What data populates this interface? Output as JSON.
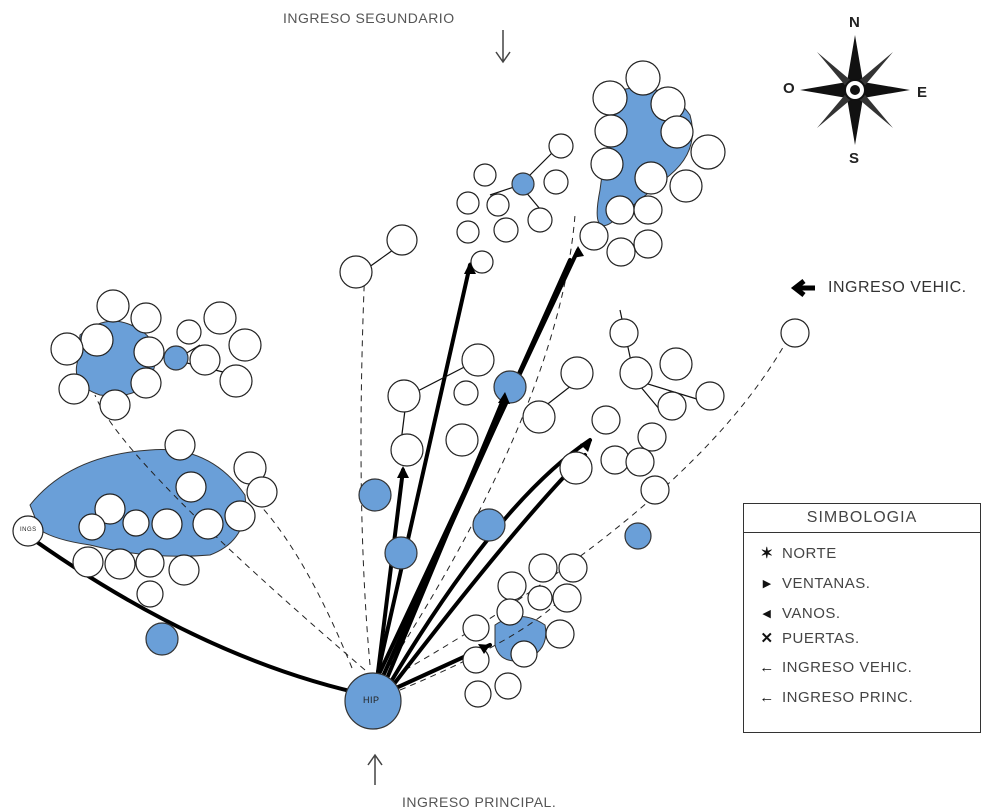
{
  "labels": {
    "secondary_entrance": "INGRESO SEGUNDARIO",
    "main_entrance": "INGRESO PRINCIPAL.",
    "vehicle_entrance": "INGRESO VEHIC.",
    "hub": "HIP",
    "door_left": "INGS"
  },
  "compass": {
    "north": "N",
    "south": "S",
    "east": "E",
    "west": "O"
  },
  "legend": {
    "title": "SIMBOLOGIA",
    "items": [
      {
        "symbol": "✶",
        "label": "NORTE"
      },
      {
        "symbol": "▸",
        "label": "VENTANAS."
      },
      {
        "symbol": "◂",
        "label": "VANOS."
      },
      {
        "symbol": "✕",
        "label": "PUERTAS."
      },
      {
        "symbol": "←",
        "label": "INGRESO VEHIC."
      },
      {
        "symbol": "←",
        "label": "INGRESO PRINC."
      }
    ]
  },
  "colors": {
    "node_fill": "#6a9fd8",
    "line": "#111111",
    "accent_text": "#555555"
  }
}
